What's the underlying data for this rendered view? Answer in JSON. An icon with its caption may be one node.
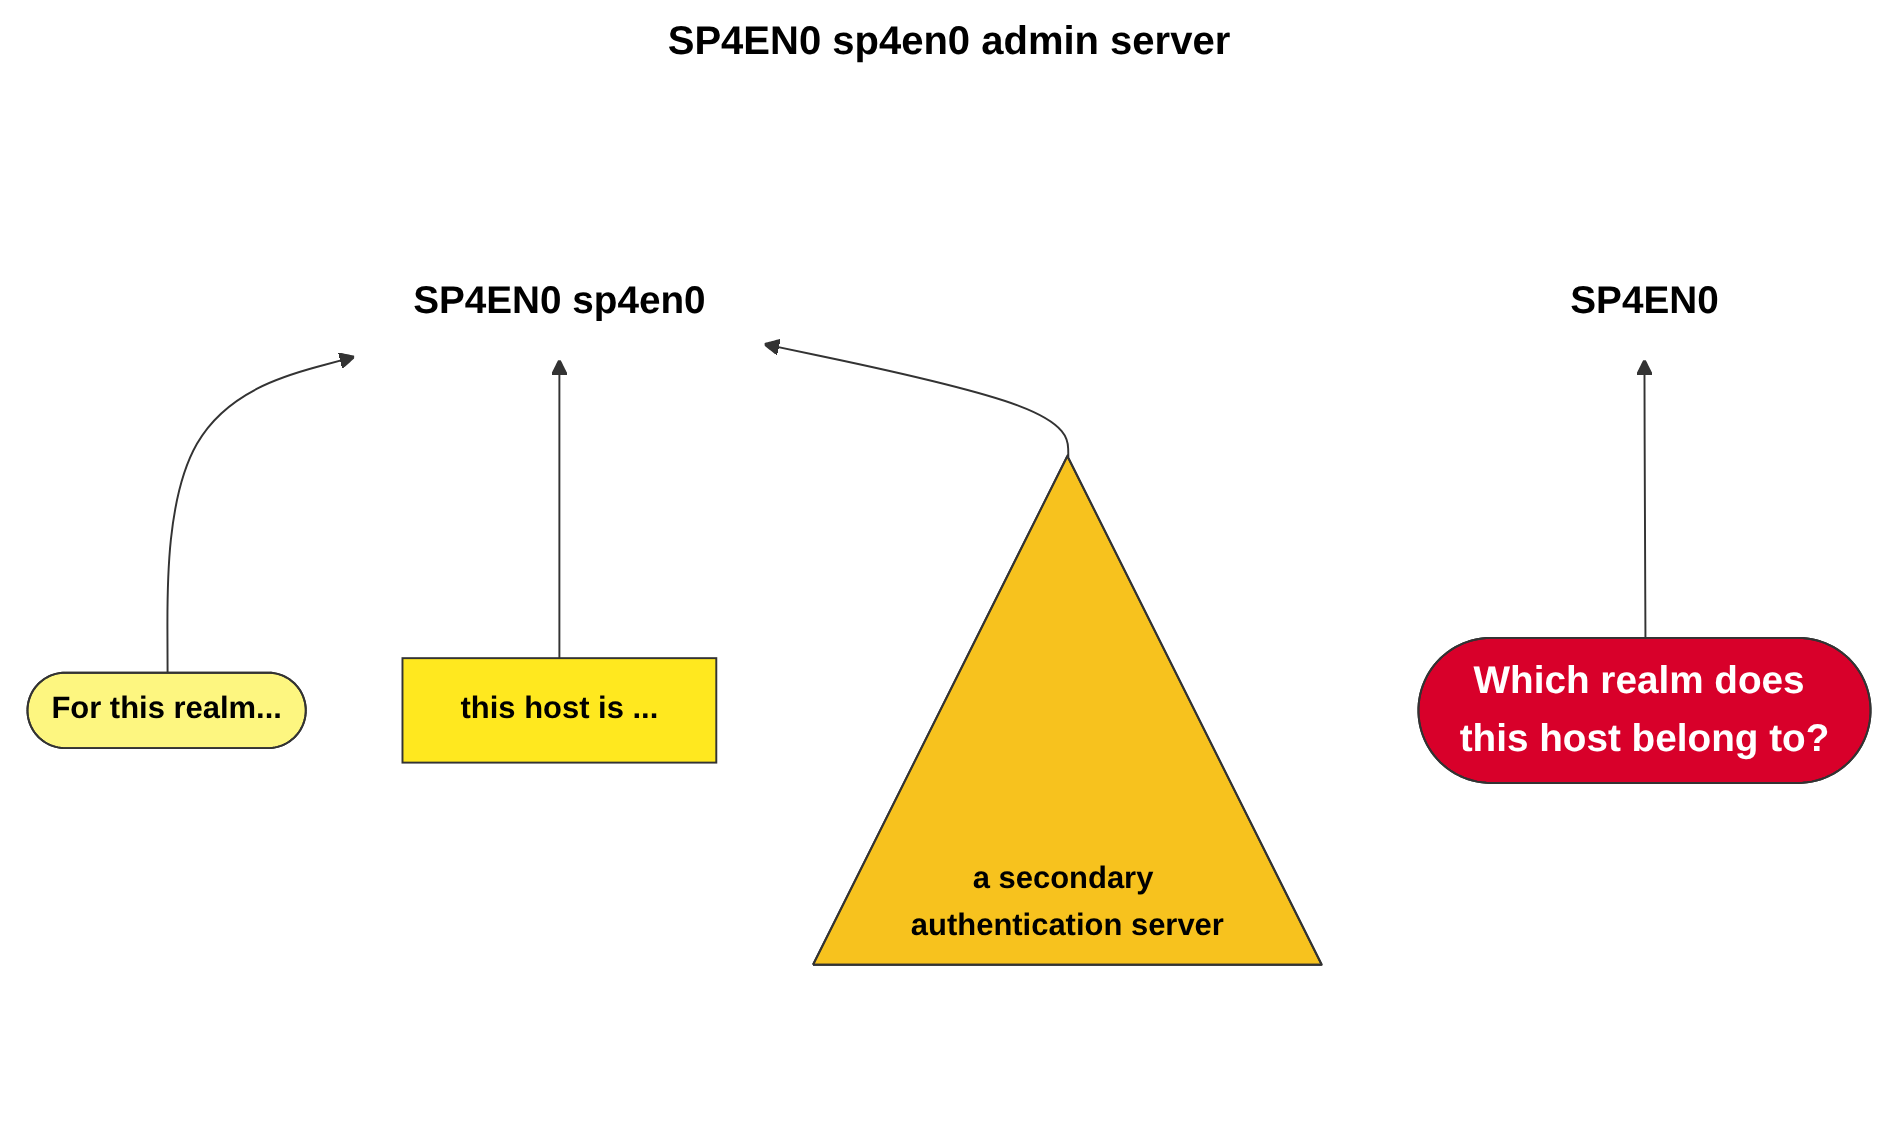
{
  "diagram": {
    "nodes": [
      {
        "text": [
          "SP4EN0"
        ]
      },
      {
        "text": [
          "SP4EN0 sp4en0"
        ]
      },
      {
        "text": [
          "For this realm..."
        ]
      },
      {
        "text": [
          "this host is ..."
        ]
      },
      {
        "text": [
          "a secondary authentication server"
        ]
      },
      {
        "text": [
          "Which realm does this host belong to?"
        ]
      }
    ],
    "edges": [
      {
        "from": 2,
        "to": 1,
        "arrow": "to"
      },
      {
        "from": 3,
        "to": 1,
        "arrow": "to"
      },
      {
        "from": 4,
        "to": 1,
        "arrow": "to"
      },
      {
        "from": 5,
        "to": 0,
        "arrow": "to"
      }
    ],
    "labels": [
      "SP4EN0 sp4en0 admin server"
    ]
  }
}
